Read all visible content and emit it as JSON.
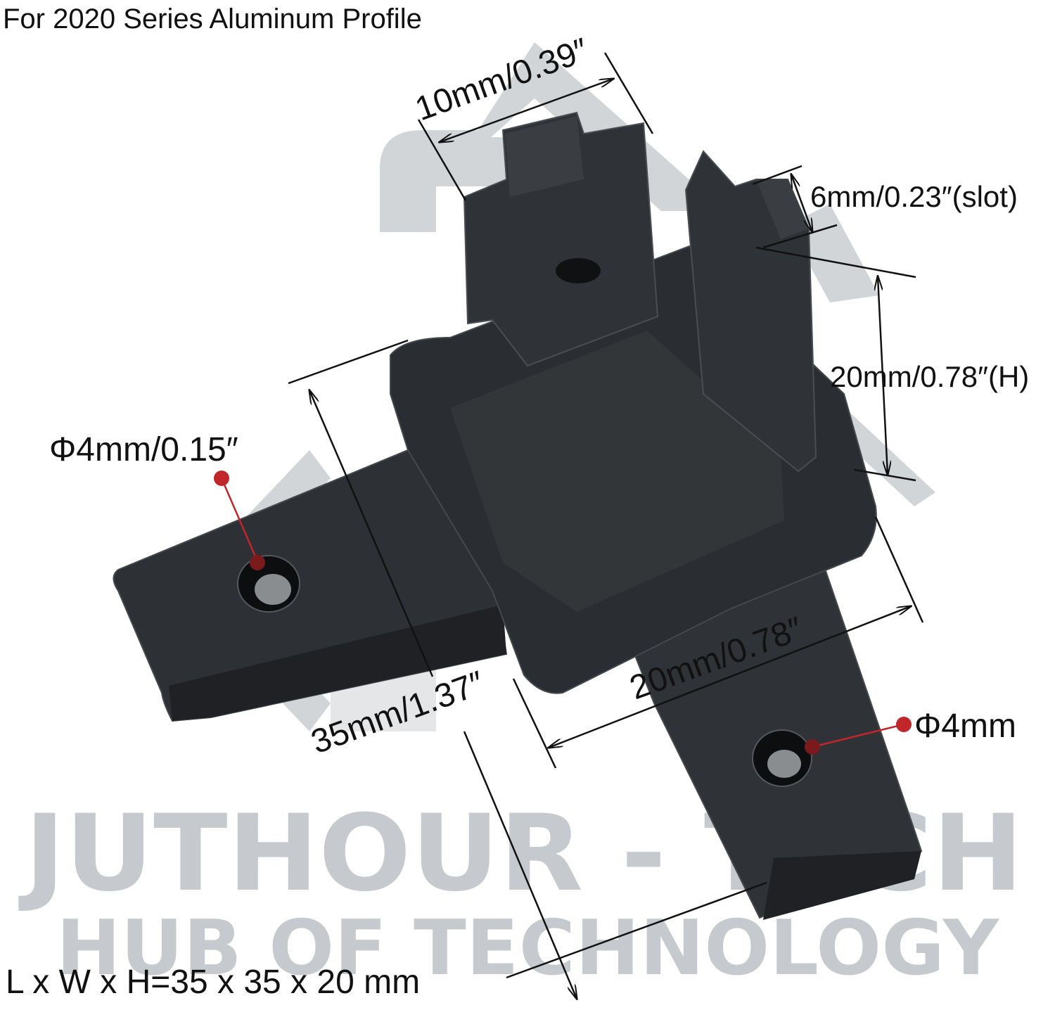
{
  "header": {
    "title": "For 2020 Series Aluminum Profile"
  },
  "dimensions": {
    "tab_width": "10mm/0.39″",
    "slot": "6mm/0.23″(slot)",
    "height": "20mm/0.78″(H)",
    "hole_left": "Φ4mm/0.15″",
    "width": "20mm/0.78″",
    "length": "35mm/1.37″",
    "hole_right": "Φ4mm"
  },
  "watermark": {
    "brand": "JUTHOUR - TECH",
    "tagline": "HUB OF TECHNOLOGY"
  },
  "footer": {
    "spec": "L x W x H=35 x 35 x 20 mm"
  },
  "colors": {
    "part": "#2a2d31",
    "part_edge": "#45494e",
    "hole_marker": "#c0262a",
    "watermark": "#c6cace"
  }
}
